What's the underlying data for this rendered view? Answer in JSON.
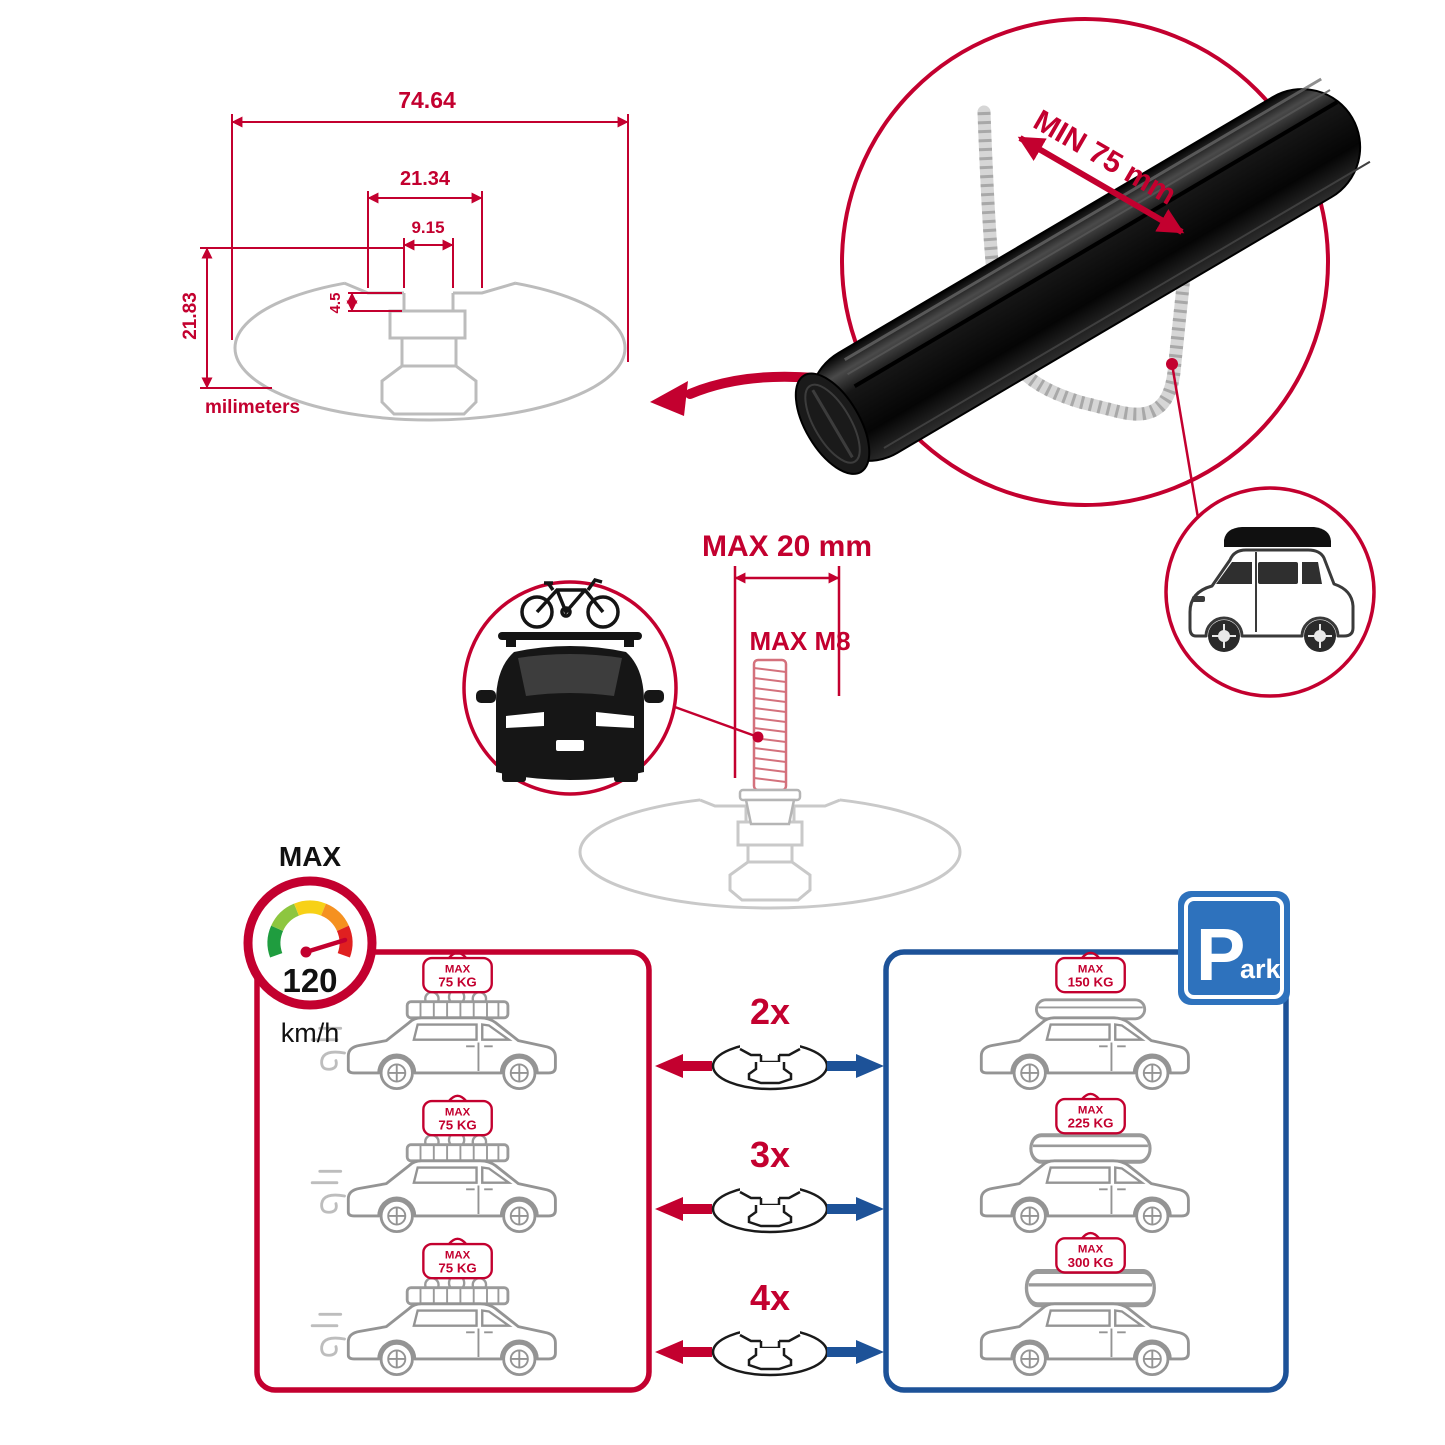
{
  "colors": {
    "red": "#c3002f",
    "blue": "#1d5298",
    "sign_blue": "#2e72bd",
    "profile_gray": "#bcbcbc"
  },
  "dimension_diagram": {
    "total_width": "74.64",
    "channel_width": "21.34",
    "slot_width": "9.15",
    "slot_depth": "4.5",
    "total_height": "21.83",
    "unit_label": "milimeters"
  },
  "crossbar_detail": {
    "min_spacing_label": "MIN 75 mm"
  },
  "bolt_detail": {
    "max_protrusion_label": "MAX 20 mm",
    "max_thread_label": "MAX M8"
  },
  "speed_limit": {
    "title": "MAX",
    "value": "120",
    "unit": "km/h"
  },
  "park_sign": {
    "letter": "P",
    "suffix": "ark"
  },
  "load_capacity": {
    "rows": [
      {
        "multiplier": "2x",
        "moving_tag": {
          "line1": "MAX",
          "line2": "75 KG"
        },
        "parked_tag": {
          "line1": "MAX",
          "line2": "150 KG"
        }
      },
      {
        "multiplier": "3x",
        "moving_tag": {
          "line1": "MAX",
          "line2": "75 KG"
        },
        "parked_tag": {
          "line1": "MAX",
          "line2": "225 KG"
        }
      },
      {
        "multiplier": "4x",
        "moving_tag": {
          "line1": "MAX",
          "line2": "75 KG"
        },
        "parked_tag": {
          "line1": "MAX",
          "line2": "300 KG"
        }
      }
    ]
  }
}
